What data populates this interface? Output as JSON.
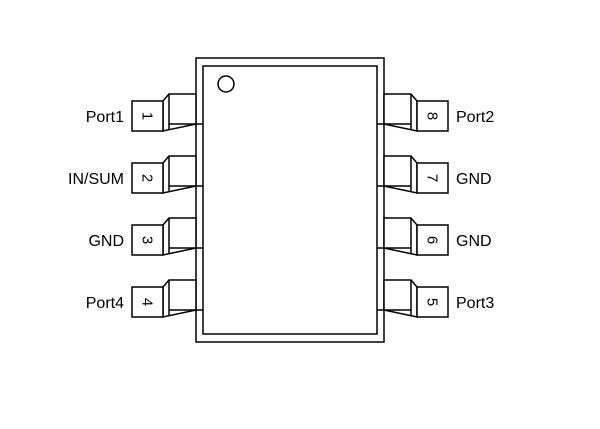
{
  "pins": [
    {
      "number": "1",
      "label": "Port1",
      "side": "left"
    },
    {
      "number": "2",
      "label": "IN/SUM",
      "side": "left"
    },
    {
      "number": "3",
      "label": "GND",
      "side": "left"
    },
    {
      "number": "4",
      "label": "Port4",
      "side": "left"
    },
    {
      "number": "8",
      "label": "Port2",
      "side": "right"
    },
    {
      "number": "7",
      "label": "GND",
      "side": "right"
    },
    {
      "number": "6",
      "label": "GND",
      "side": "right"
    },
    {
      "number": "5",
      "label": "Port3",
      "side": "right"
    }
  ],
  "colors": {
    "stroke": "#000000",
    "background": "#ffffff"
  }
}
